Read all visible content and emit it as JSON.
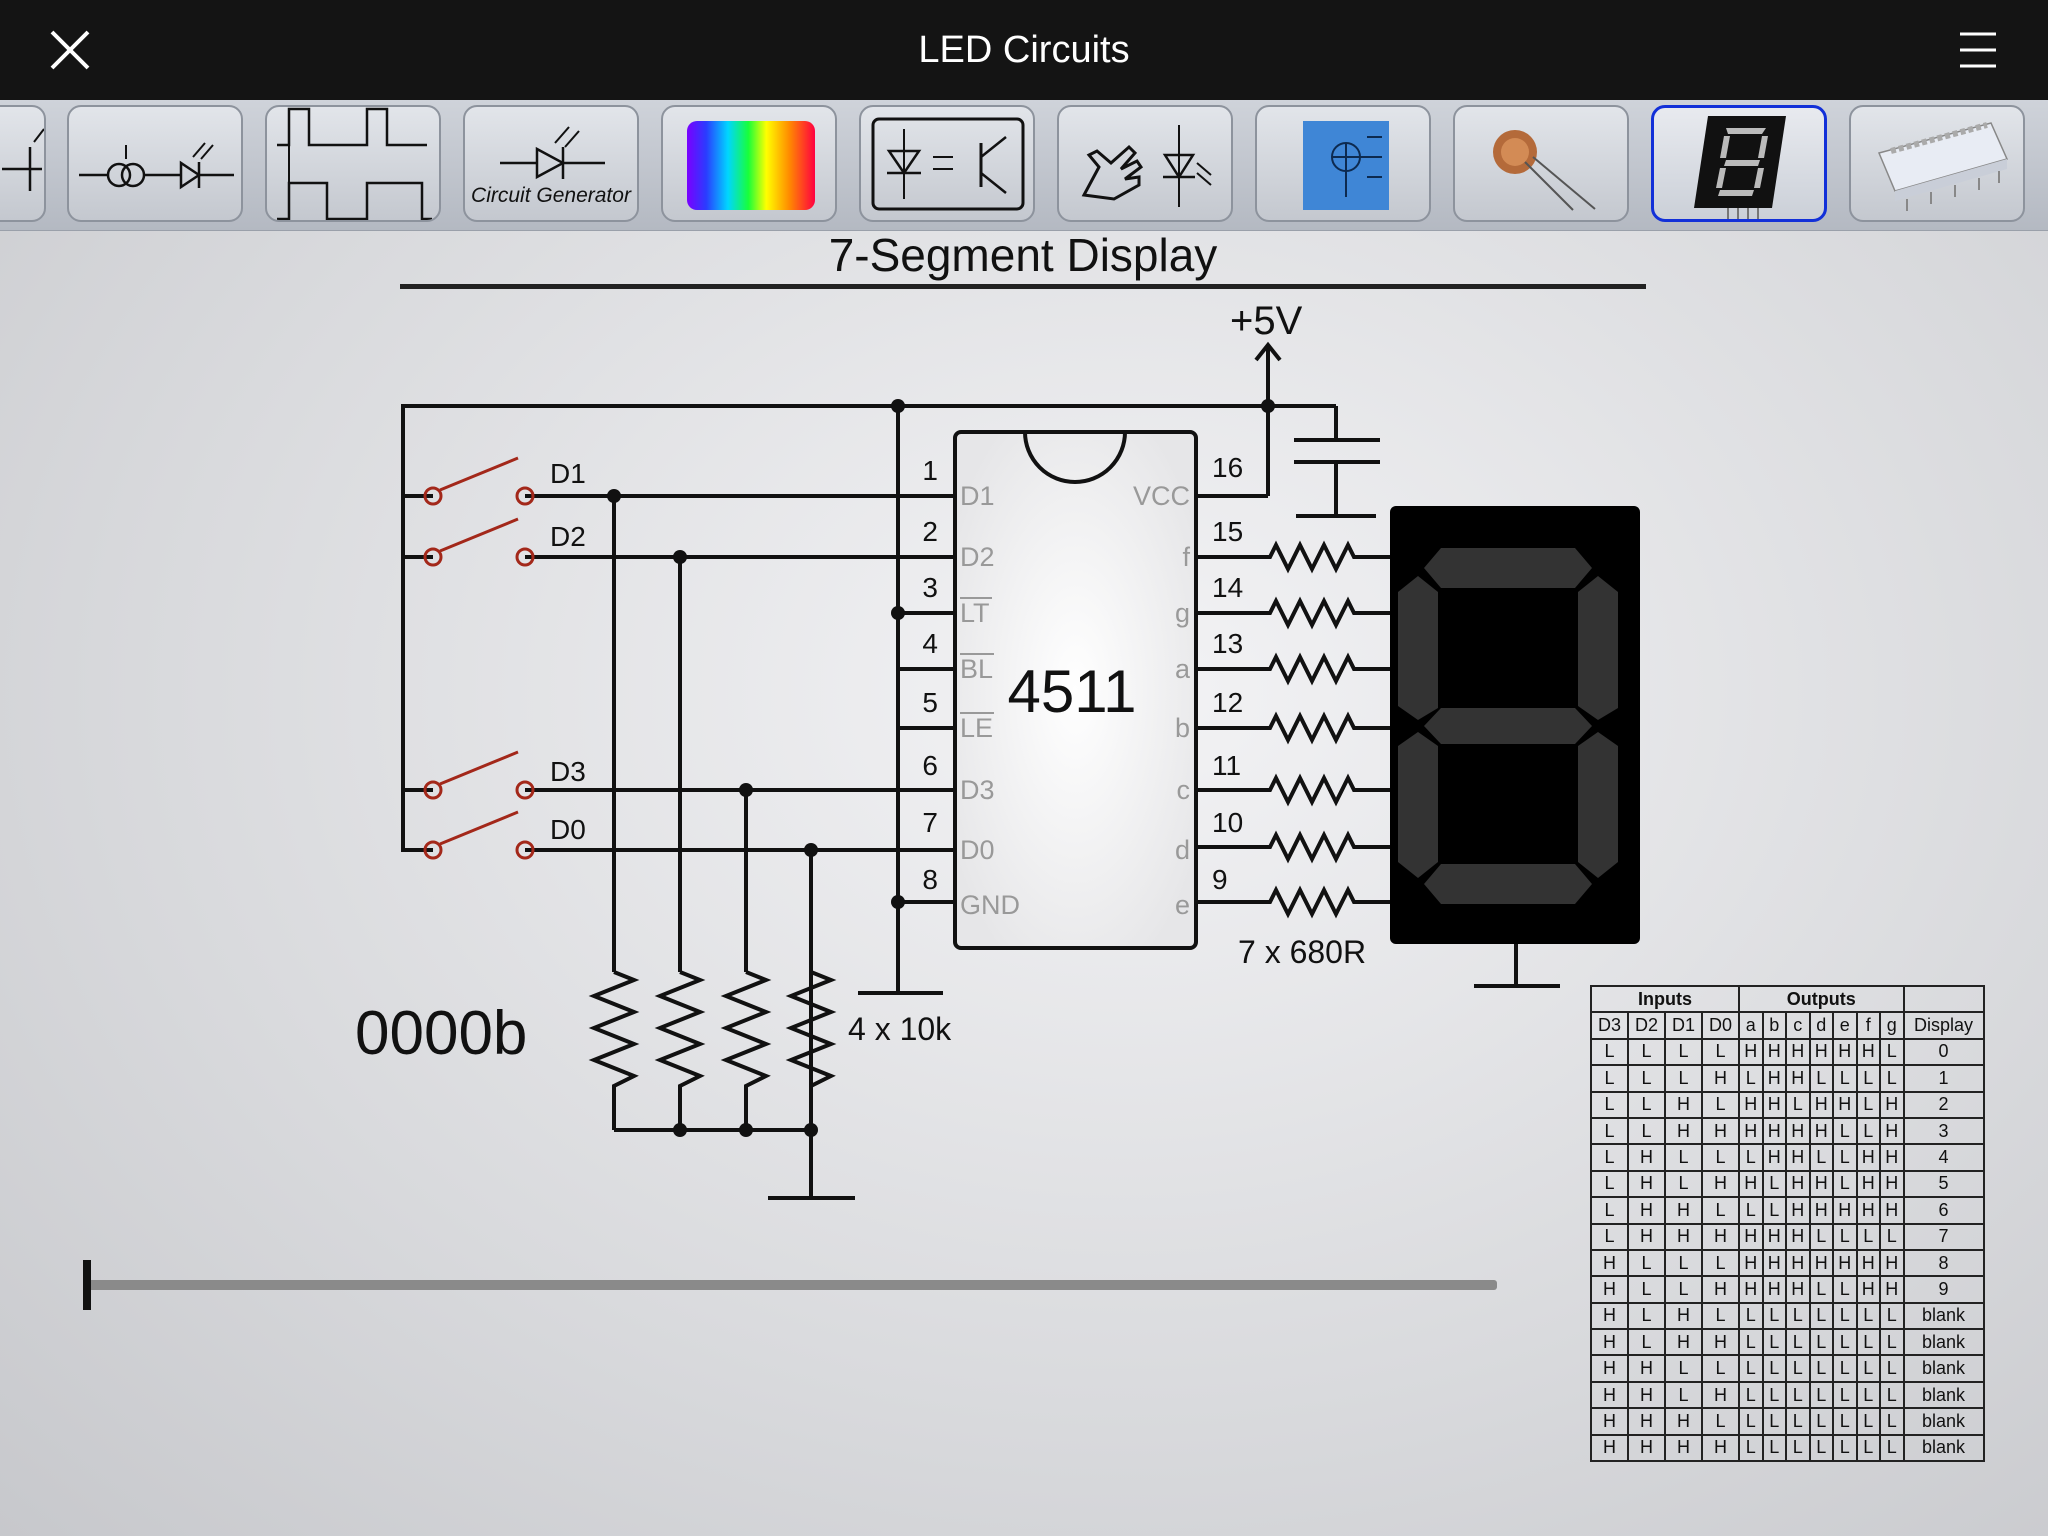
{
  "app": {
    "title": "LED Circuits"
  },
  "toolbar": {
    "items": [
      {
        "id": "partial",
        "label": ""
      },
      {
        "id": "current-source",
        "label": ""
      },
      {
        "id": "waveform",
        "label": ""
      },
      {
        "id": "circuit-generator",
        "label": "Circuit Generator"
      },
      {
        "id": "spectrum",
        "label": ""
      },
      {
        "id": "optocoupler",
        "label": ""
      },
      {
        "id": "touch-led",
        "label": ""
      },
      {
        "id": "component-chart",
        "label": ""
      },
      {
        "id": "ldr",
        "label": ""
      },
      {
        "id": "seven-segment",
        "label": "",
        "selected": true
      },
      {
        "id": "bargraph",
        "label": ""
      }
    ]
  },
  "section": {
    "title": "7-Segment Display"
  },
  "schematic": {
    "supply_label": "+5V",
    "ic_label": "4511",
    "switch_labels": [
      "D1",
      "D2",
      "D3",
      "D0"
    ],
    "pin_numbers_left": [
      "1",
      "2",
      "3",
      "4",
      "5",
      "6",
      "7",
      "8"
    ],
    "pin_names_left": [
      "D1",
      "D2",
      "LT",
      "BL",
      "LE",
      "D3",
      "D0",
      "GND"
    ],
    "pin_numbers_right": [
      "16",
      "15",
      "14",
      "13",
      "12",
      "11",
      "10",
      "9"
    ],
    "pin_names_right": [
      "VCC",
      "f",
      "g",
      "a",
      "b",
      "c",
      "d",
      "e"
    ],
    "pulldown_label": "4 x 10k",
    "segment_resistor_label": "7 x 680R",
    "binary_value": "0000b"
  },
  "slider": {
    "value_fraction": 0.0
  },
  "truth_table": {
    "group_headers": {
      "inputs": "Inputs",
      "outputs": "Outputs"
    },
    "columns": [
      "D3",
      "D2",
      "D1",
      "D0",
      "a",
      "b",
      "c",
      "d",
      "e",
      "f",
      "g",
      "Display"
    ],
    "rows": [
      [
        "L",
        "L",
        "L",
        "L",
        "H",
        "H",
        "H",
        "H",
        "H",
        "H",
        "L",
        "0"
      ],
      [
        "L",
        "L",
        "L",
        "H",
        "L",
        "H",
        "H",
        "L",
        "L",
        "L",
        "L",
        "1"
      ],
      [
        "L",
        "L",
        "H",
        "L",
        "H",
        "H",
        "L",
        "H",
        "H",
        "L",
        "H",
        "2"
      ],
      [
        "L",
        "L",
        "H",
        "H",
        "H",
        "H",
        "H",
        "H",
        "L",
        "L",
        "H",
        "3"
      ],
      [
        "L",
        "H",
        "L",
        "L",
        "L",
        "H",
        "H",
        "L",
        "L",
        "H",
        "H",
        "4"
      ],
      [
        "L",
        "H",
        "L",
        "H",
        "H",
        "L",
        "H",
        "H",
        "L",
        "H",
        "H",
        "5"
      ],
      [
        "L",
        "H",
        "H",
        "L",
        "L",
        "L",
        "H",
        "H",
        "H",
        "H",
        "H",
        "6"
      ],
      [
        "L",
        "H",
        "H",
        "H",
        "H",
        "H",
        "H",
        "L",
        "L",
        "L",
        "L",
        "7"
      ],
      [
        "H",
        "L",
        "L",
        "L",
        "H",
        "H",
        "H",
        "H",
        "H",
        "H",
        "H",
        "8"
      ],
      [
        "H",
        "L",
        "L",
        "H",
        "H",
        "H",
        "H",
        "L",
        "L",
        "H",
        "H",
        "9"
      ],
      [
        "H",
        "L",
        "H",
        "L",
        "L",
        "L",
        "L",
        "L",
        "L",
        "L",
        "L",
        "blank"
      ],
      [
        "H",
        "L",
        "H",
        "H",
        "L",
        "L",
        "L",
        "L",
        "L",
        "L",
        "L",
        "blank"
      ],
      [
        "H",
        "H",
        "L",
        "L",
        "L",
        "L",
        "L",
        "L",
        "L",
        "L",
        "L",
        "blank"
      ],
      [
        "H",
        "H",
        "L",
        "H",
        "L",
        "L",
        "L",
        "L",
        "L",
        "L",
        "L",
        "blank"
      ],
      [
        "H",
        "H",
        "H",
        "L",
        "L",
        "L",
        "L",
        "L",
        "L",
        "L",
        "L",
        "blank"
      ],
      [
        "H",
        "H",
        "H",
        "H",
        "L",
        "L",
        "L",
        "L",
        "L",
        "L",
        "L",
        "blank"
      ]
    ]
  }
}
